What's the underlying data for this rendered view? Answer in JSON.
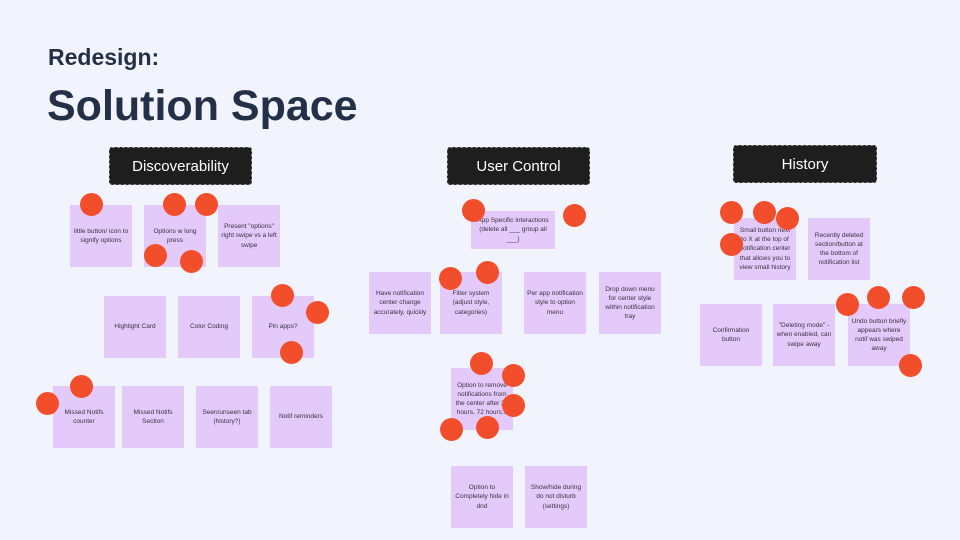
{
  "slide": {
    "subtitle": "Redesign:",
    "title": "Solution Space"
  },
  "columns": [
    {
      "title": "Discoverability"
    },
    {
      "title": "User Control"
    },
    {
      "title": "History"
    }
  ],
  "notes": [
    "little button/ icon to signify options",
    "Options w long press",
    "Present \"options\" right swipe vs a left swipe",
    "Highlight Card",
    "Color Coding",
    "Pin apps?",
    "Missed Notifs counter",
    "Missed Notifs Section",
    "Seen/unseen tab (history?)",
    "Notif reminders",
    "App Specific interactions (delete all ___ group all ___)",
    "Have notification center change accurately, quickly",
    "Filter system (adjust style, categories)",
    "Per app notification style to option menu",
    "Drop down menu for center style within notification tray",
    "Option to remove notifications from the center after 24 hours, 72 hours...",
    "Option to Completely hide in dnd",
    "Show/hide during do not disturb (settings)",
    "Small button next to X at the top of notification center that allows you to view small history",
    "Recently deleted section/button at the bottom of notification list",
    "Confirmation button",
    "\"Deleting mode\" - when enabled, can swipe away",
    "Undo button briefly appears where notif was swiped away"
  ],
  "colors": {
    "background": "#f2f4fd",
    "title": "#233047",
    "header_box": "#1e1e1e",
    "sticky_note": "#e4c9fb",
    "vote_dot": "#f24e2b"
  }
}
